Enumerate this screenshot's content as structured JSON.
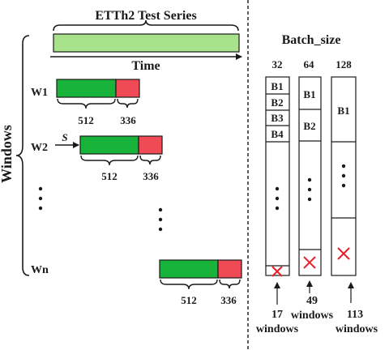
{
  "title": "ETTh2 Test Series",
  "time_label": "Time",
  "windows_label": "Windows",
  "stride_label": "S",
  "window_labels": [
    "W1",
    "W2",
    "Wn"
  ],
  "lookback_label": "512",
  "horizon_label": "336",
  "colors": {
    "series": "#a8e28a",
    "lookback": "#17b33a",
    "horizon": "#f04a57",
    "cross": "#e8202a"
  },
  "batch": {
    "title": "Batch_size",
    "columns": [
      {
        "size": "32",
        "blocks": [
          "B1",
          "B2",
          "B3",
          "B4"
        ],
        "count": "17",
        "unit": "windows"
      },
      {
        "size": "64",
        "blocks": [
          "B1",
          "B2"
        ],
        "count": "49",
        "unit": "windows"
      },
      {
        "size": "128",
        "blocks": [
          "B1"
        ],
        "count": "113",
        "unit": "windows"
      }
    ]
  }
}
